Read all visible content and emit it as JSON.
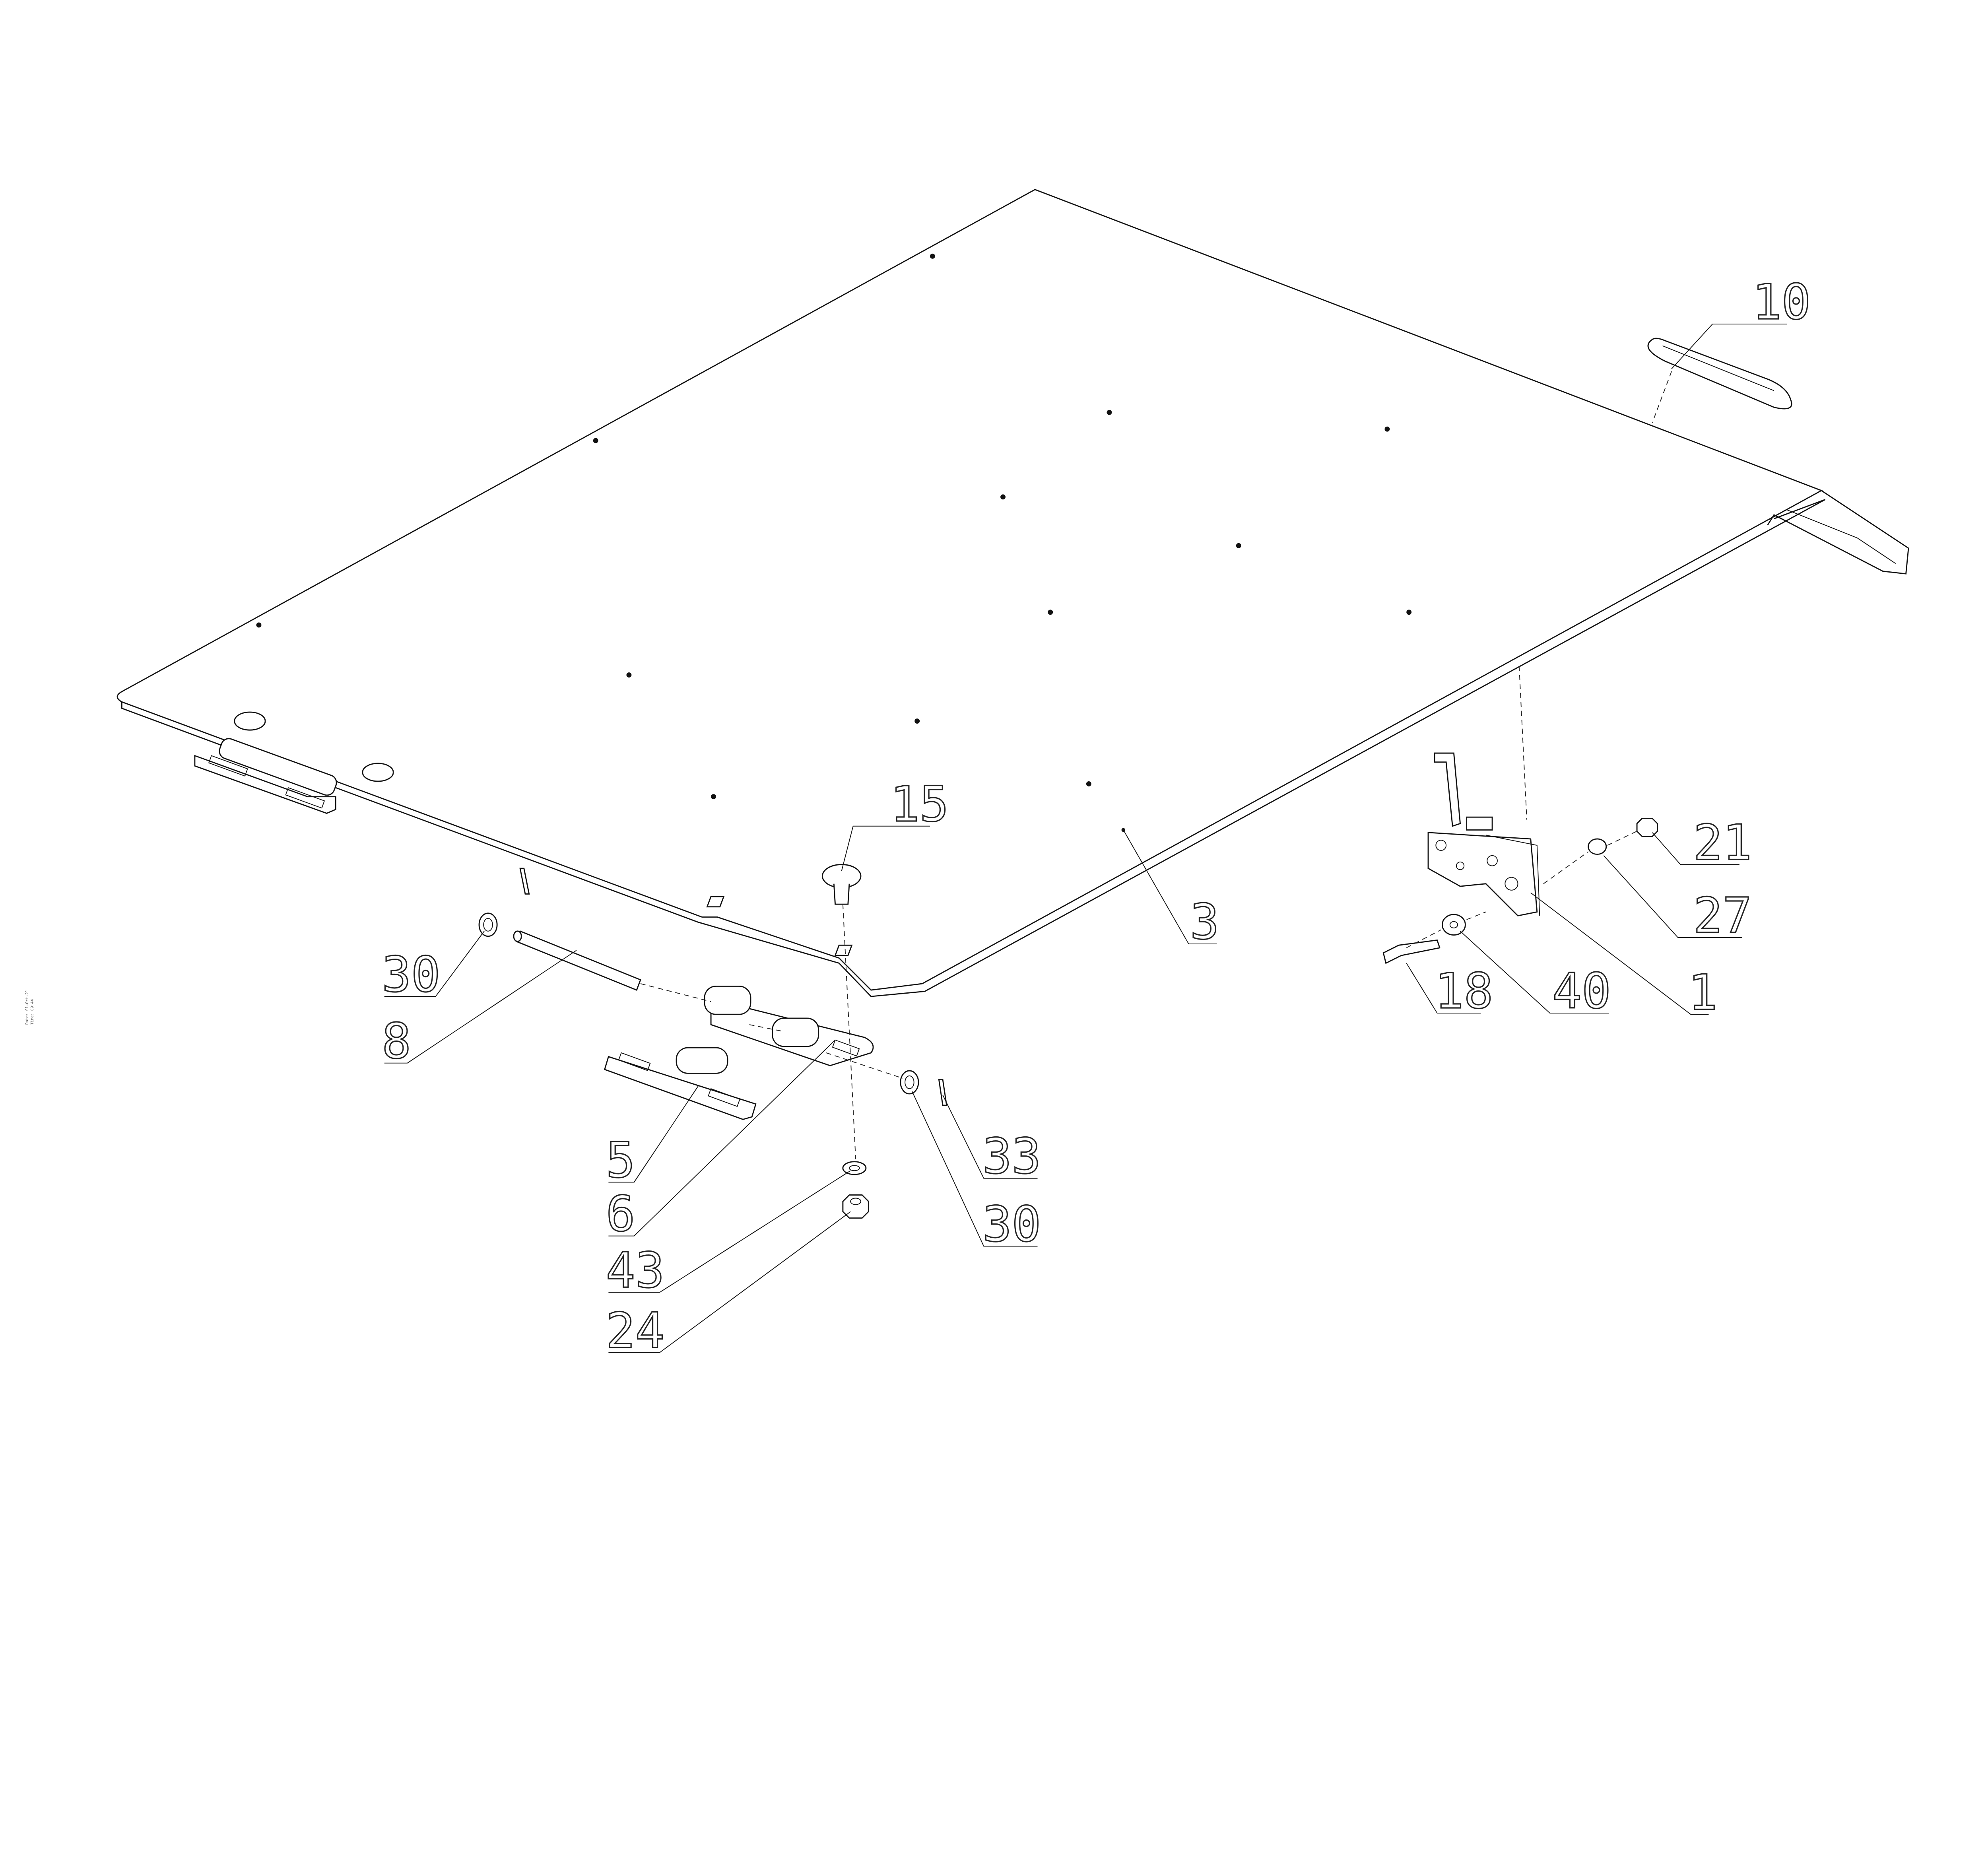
{
  "drawing": {
    "stamp": {
      "date": "Date: 01-Oct-21",
      "time": "Time: 09:44"
    },
    "callouts": {
      "c10": "10",
      "c15": "15",
      "c3": "3",
      "c21": "21",
      "c27": "27",
      "c1": "1",
      "c40": "40",
      "c18": "18",
      "c30a": "30",
      "c8": "8",
      "c5": "5",
      "c6": "6",
      "c43": "43",
      "c24": "24",
      "c33": "33",
      "c30b": "30"
    }
  }
}
